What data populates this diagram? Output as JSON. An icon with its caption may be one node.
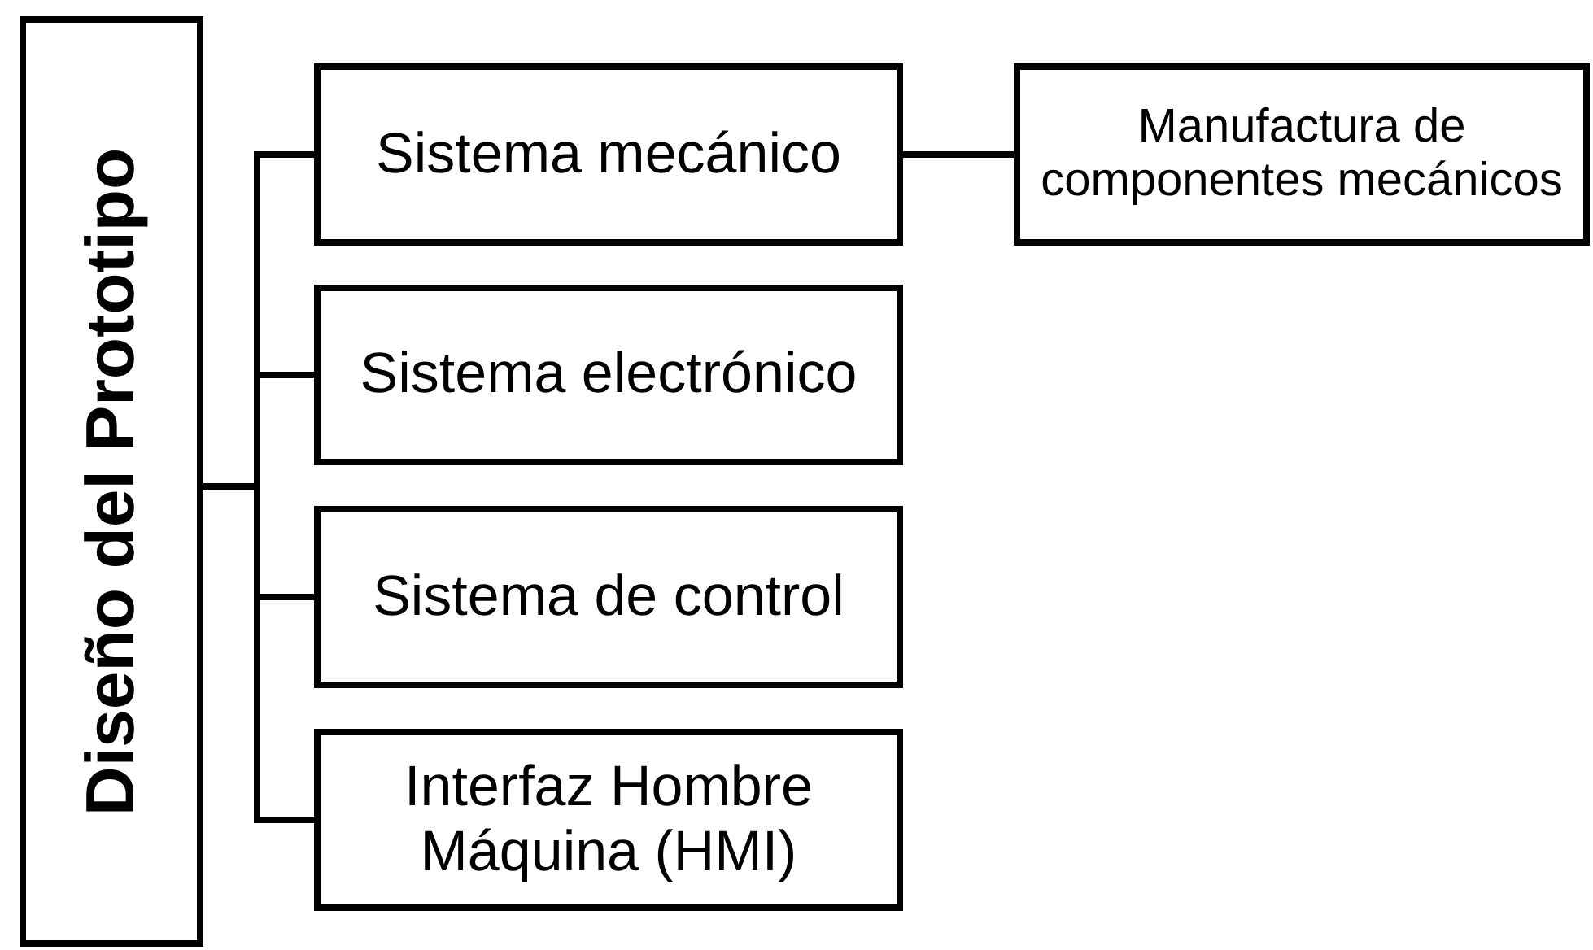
{
  "diagram": {
    "nodes": [
      {
        "text": [
          "Diseño del Prototipo"
        ]
      },
      {
        "text": [
          "Sistema mecánico"
        ]
      },
      {
        "text": [
          "Sistema electrónico"
        ]
      },
      {
        "text": [
          "Sistema de control"
        ]
      },
      {
        "text": [
          "Interfaz Hombre Máquina (HMI)"
        ]
      },
      {
        "text": [
          "Manufactura de componentes mecánicos"
        ]
      }
    ],
    "edges": [
      {
        "from": 0,
        "to": 1,
        "arrow": "none"
      },
      {
        "from": 0,
        "to": 2,
        "arrow": "none"
      },
      {
        "from": 0,
        "to": 3,
        "arrow": "none"
      },
      {
        "from": 0,
        "to": 4,
        "arrow": "none"
      },
      {
        "from": 1,
        "to": 5,
        "arrow": "none"
      }
    ]
  }
}
